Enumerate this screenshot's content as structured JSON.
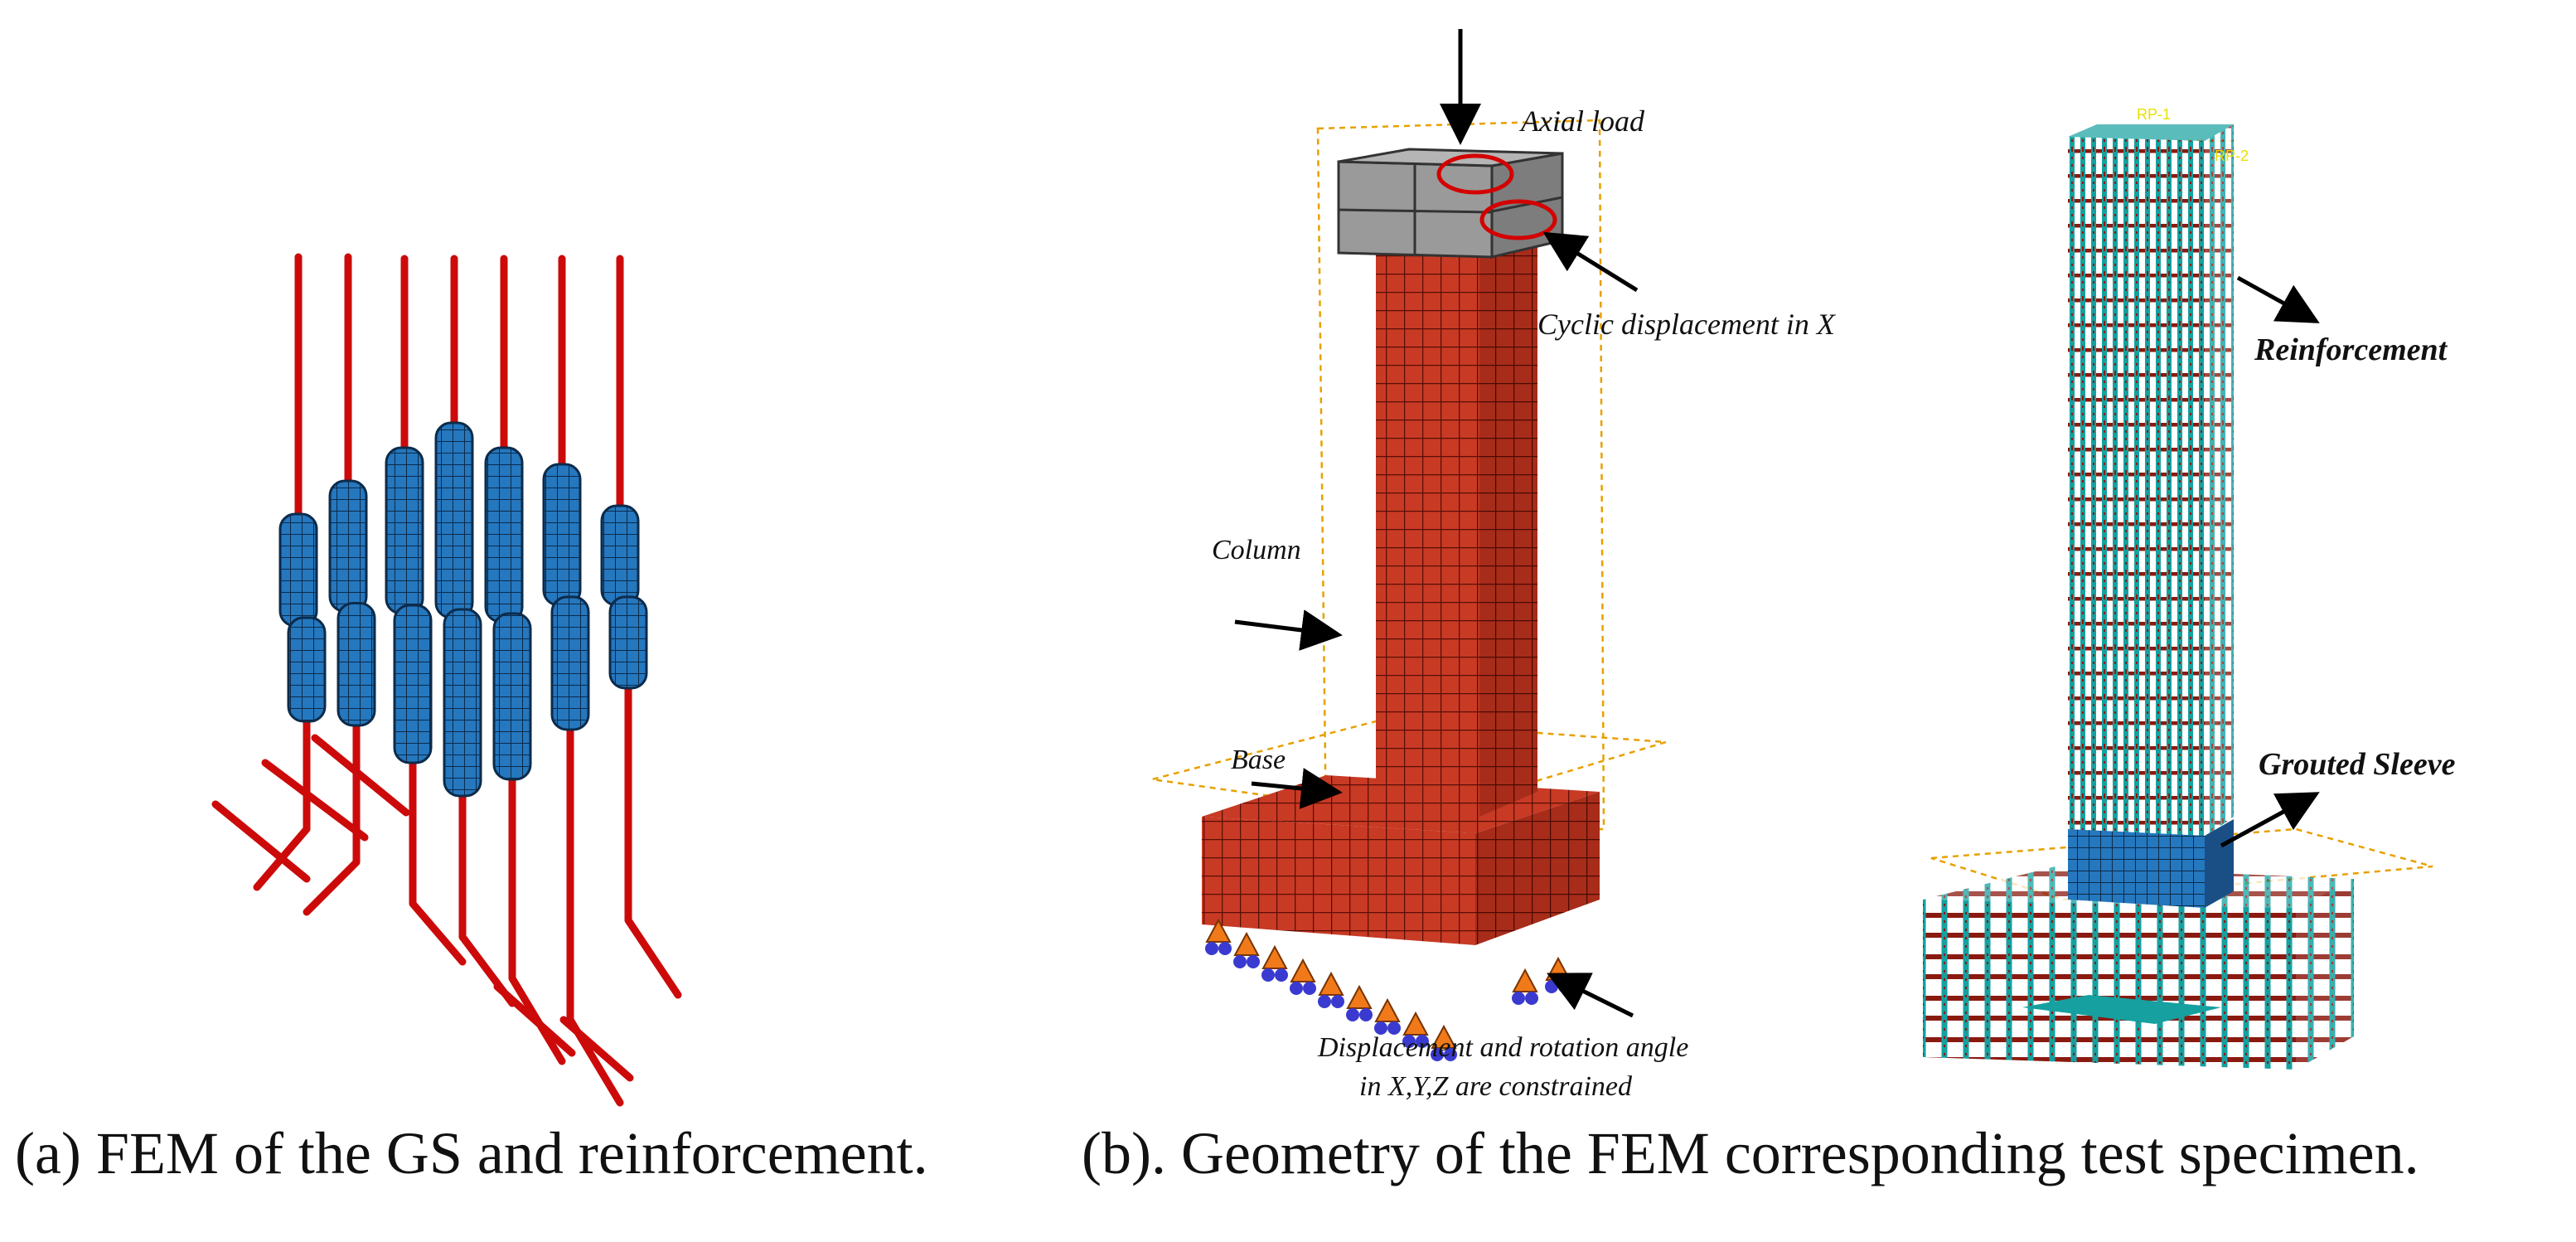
{
  "panel_a": {
    "caption": "(a) FEM of the GS and reinforcement."
  },
  "panel_b": {
    "caption": "(b). Geometry of the FEM corresponding test specimen.",
    "labels": {
      "axial_load": "Axial load",
      "cyclic": "Cyclic displacement in X",
      "column": "Column",
      "base": "Base",
      "constraint_line1": "Displacement and rotation angle",
      "constraint_line2": "in X,Y,Z are constrained",
      "reinforcement": "Reinforcement",
      "grouted_sleeve": "Grouted Sleeve",
      "rp1": "RP-1",
      "rp2": "RP-2"
    }
  },
  "colors": {
    "rebar": "#cc0a0a",
    "sleeve": "#1f6fb5",
    "concrete_mesh": "#c83a24",
    "loading_cap": "#9a9a9a",
    "rebar_cage": "#16a0a0",
    "annotation": "#d40000",
    "guide_lines": "#e8a000"
  }
}
